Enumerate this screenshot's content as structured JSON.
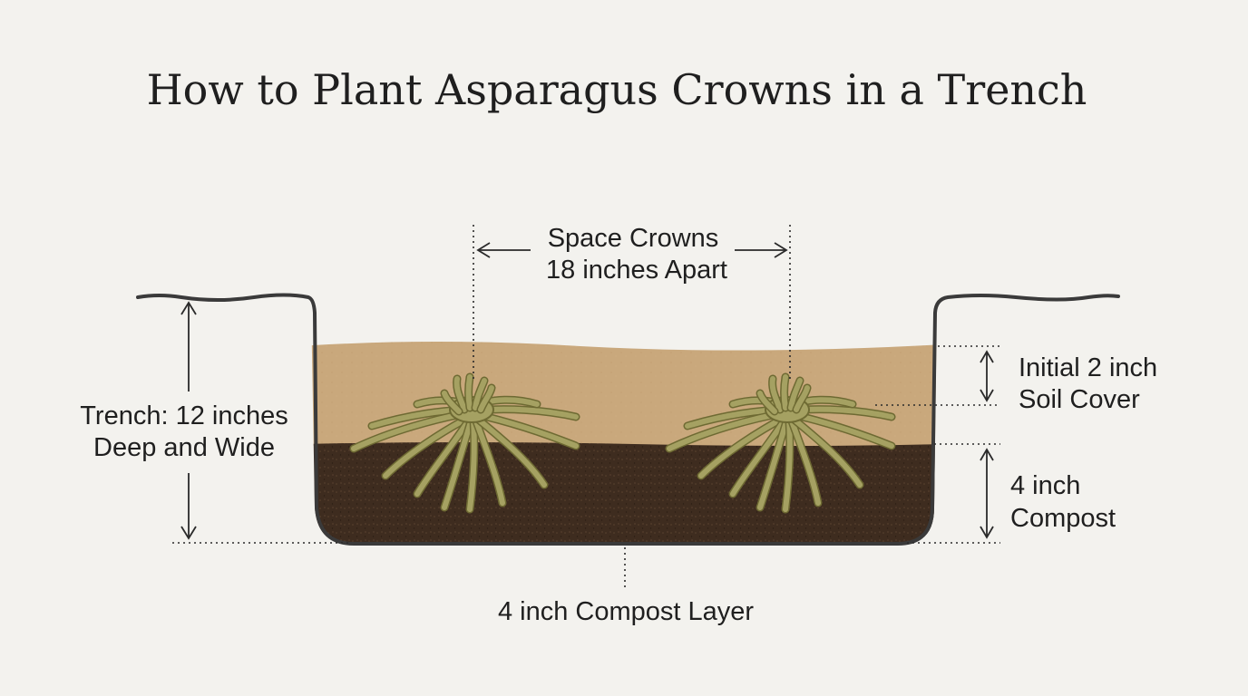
{
  "title": "How to Plant Asparagus Crowns in a Trench",
  "labels": {
    "spacing_line1": "Space Crowns",
    "spacing_line2": "18 inches Apart",
    "trench_line1": "Trench: 12 inches",
    "trench_line2": "Deep and Wide",
    "soil_cover_line1": "Initial 2 inch",
    "soil_cover_line2": "Soil Cover",
    "compost_line1": "4 inch",
    "compost_line2": "Compost",
    "compost_layer": "4 inch Compost Layer"
  },
  "colors": {
    "background": "#f3f2ee",
    "soil_cover": "#c9a87c",
    "compost": "#3e2c1f",
    "crown": "#a5a162",
    "outline": "#3a3a3a"
  }
}
